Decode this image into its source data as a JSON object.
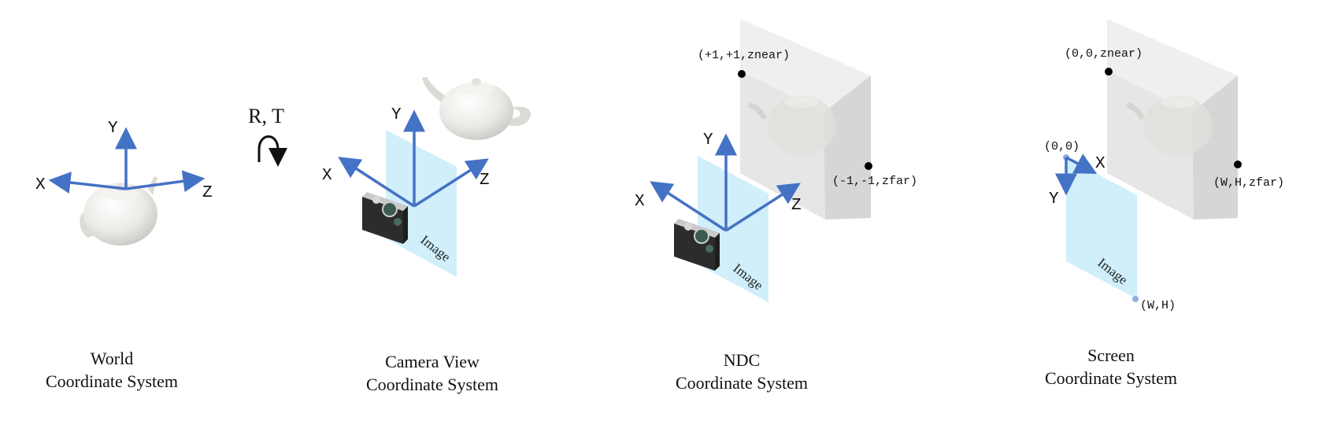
{
  "colors": {
    "axis": "#4472C4",
    "image_plane": "#cdeefb",
    "volume_front": "#e6e6e6",
    "volume_side": "#d6d6d6",
    "volume_top": "#efefef",
    "teapot": "#ecebe8"
  },
  "world": {
    "axes": {
      "x": "X",
      "y": "Y",
      "z": "Z"
    },
    "caption_line1": "World",
    "caption_line2": "Coordinate System"
  },
  "transform": {
    "label": "R, T",
    "icon": "curved-arrow-icon"
  },
  "camera_view": {
    "axes": {
      "x": "X",
      "y": "Y",
      "z": "Z"
    },
    "image_label": "Image",
    "caption_line1": "Camera View",
    "caption_line2": "Coordinate System"
  },
  "ndc": {
    "axes": {
      "x": "X",
      "y": "Y",
      "z": "Z"
    },
    "image_label": "Image",
    "corner_near": "(+1,+1,znear)",
    "corner_far": "(-1,-1,zfar)",
    "caption_line1": "NDC",
    "caption_line2": "Coordinate System"
  },
  "screen": {
    "axes": {
      "x": "X",
      "y": "Y"
    },
    "origin_label": "(0,0)",
    "image_label": "Image",
    "image_corner": "(W,H)",
    "corner_near": "(0,0,znear)",
    "corner_far": "(W,H,zfar)",
    "caption_line1": "Screen",
    "caption_line2": "Coordinate System"
  }
}
